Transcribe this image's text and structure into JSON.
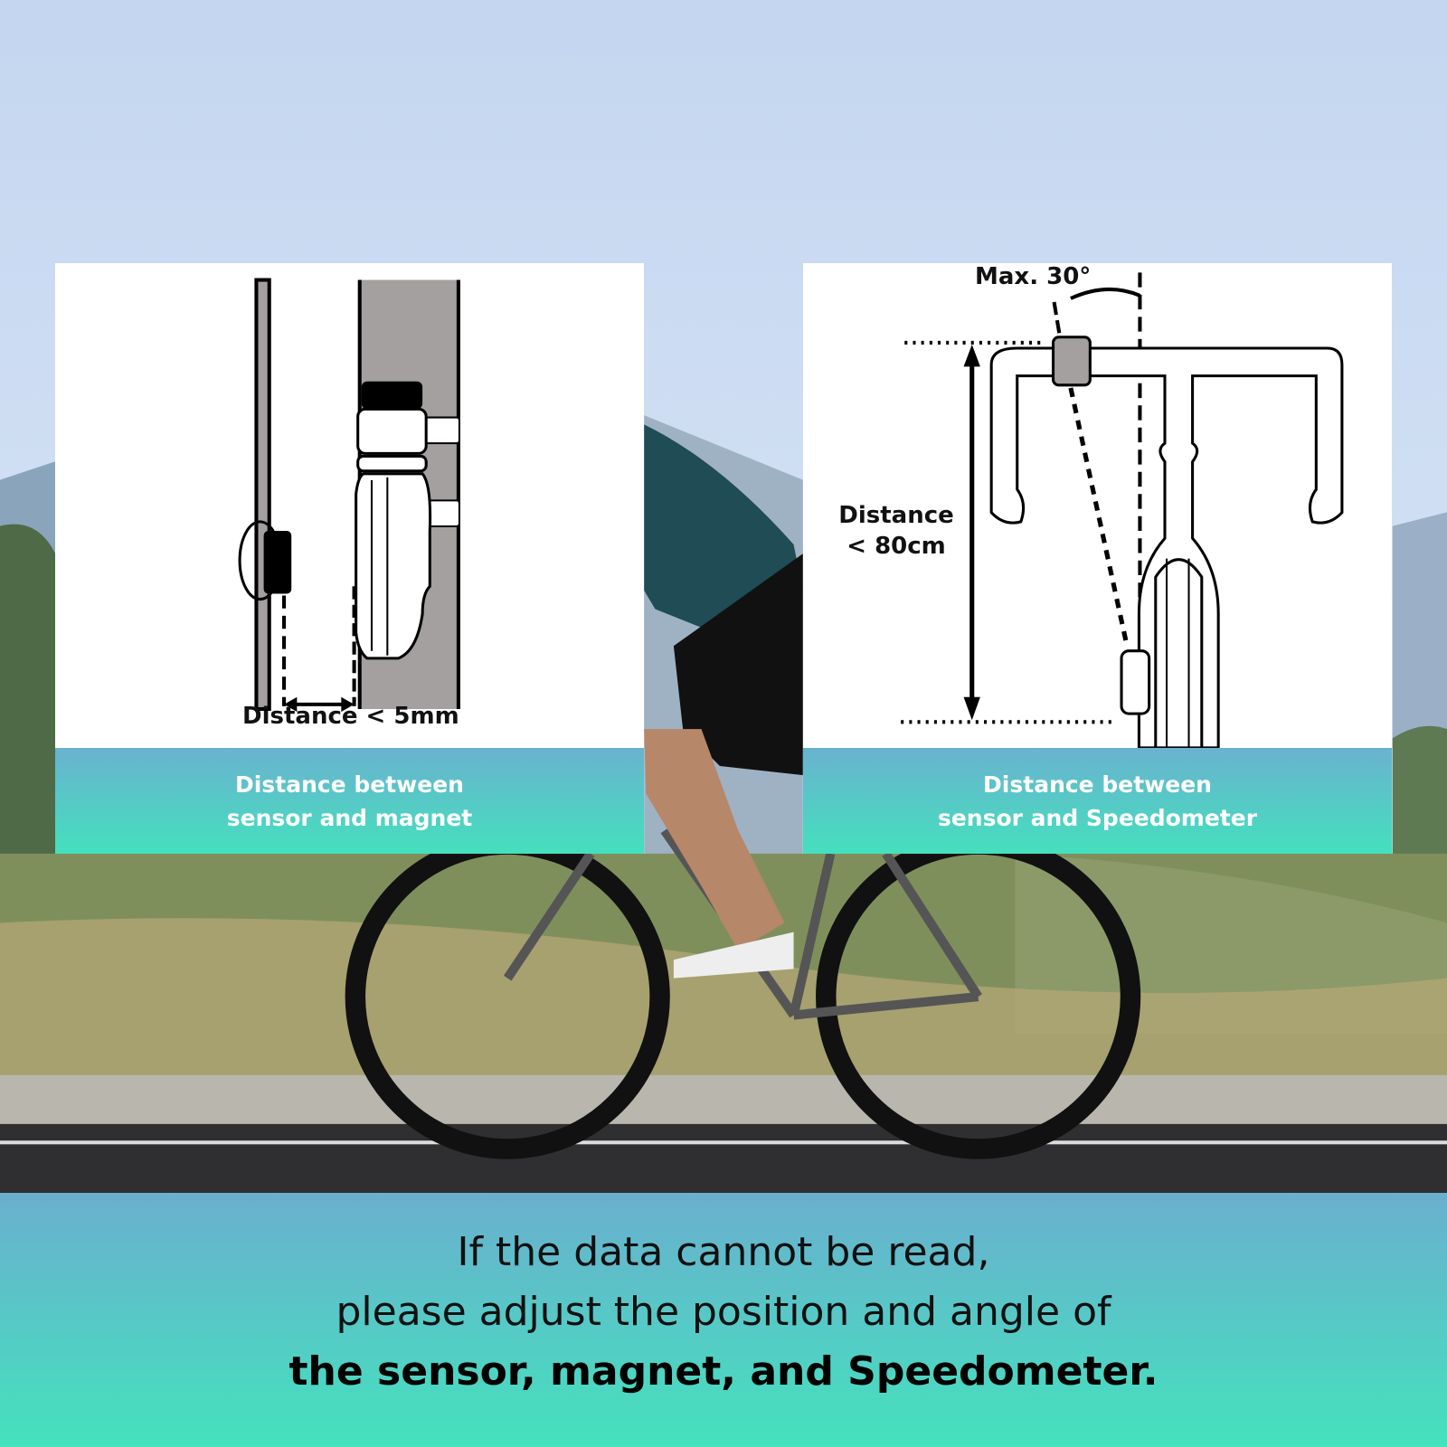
{
  "left_panel": {
    "measurement": "Distance < 5mm",
    "caption_line1": "Distance between",
    "caption_line2": "sensor and magnet"
  },
  "right_panel": {
    "angle": "Max. 30°",
    "measurement_line1": "Distance",
    "measurement_line2": "< 80cm",
    "caption_line1": "Distance between",
    "caption_line2": "sensor and Speedometer"
  },
  "footer": {
    "line1": "If the data cannot be read,",
    "line2": "please adjust the position and angle of",
    "line3": "the sensor, magnet, and Speedometer."
  },
  "colors": {
    "caption_top": "#6ab2cf",
    "caption_bottom": "#44e0bd",
    "sensor_gray": "#a3a09f"
  }
}
